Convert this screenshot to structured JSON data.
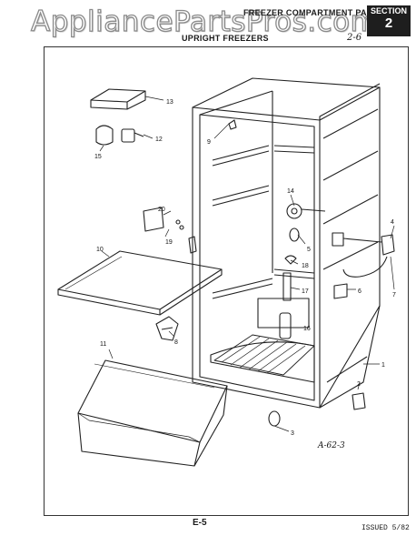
{
  "watermark": "AppliancePartsPros.com",
  "header": {
    "top_title": "FREEZER COMPARTMENT PARTS",
    "section_label": "SECTION",
    "section_number": "2",
    "subtitle": "UPRIGHT FREEZERS",
    "handwritten_note": "2-6"
  },
  "diagram": {
    "drawing_code": "A-62-3",
    "callouts": [
      "13",
      "12",
      "15",
      "9",
      "14",
      "20",
      "19",
      "10",
      "5",
      "18",
      "4",
      "17",
      "6",
      "7",
      "8",
      "16",
      "11",
      "1",
      "2",
      "3"
    ]
  },
  "footer": {
    "page_id": "E-5",
    "issued": "ISSUED 5/82"
  }
}
